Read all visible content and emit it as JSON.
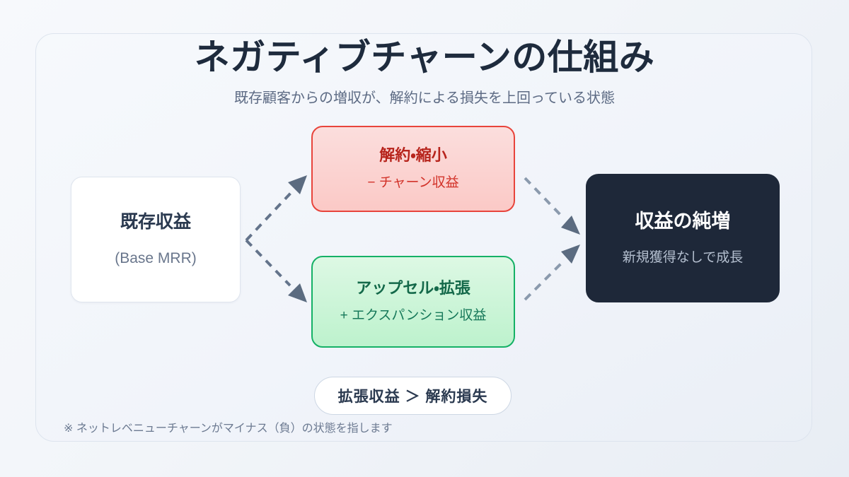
{
  "header": {
    "title": "ネガティブチャーンの仕組み",
    "subtitle": "既存顧客からの増収が、解約による損失を上回っている状態"
  },
  "diagram": {
    "nodes": [
      {
        "id": "base-revenue",
        "title": "既存収益",
        "subtitle": "(Base MRR)",
        "role": "source",
        "colors": {
          "fill": "#ffffff",
          "border": "#dfe5ee",
          "title_text": "#2b3a50",
          "subtitle_text": "#69768c"
        }
      },
      {
        "id": "churn-contraction",
        "title": "解約・縮小",
        "subtitle": "− チャーン収益",
        "role": "negative",
        "colors": {
          "fill": "#fbdedd",
          "border": "#e8443b",
          "title_text": "#b7241c",
          "subtitle_text": "#d23229"
        }
      },
      {
        "id": "upsell-expansion",
        "title": "アップセル・拡張",
        "subtitle": "+ エクスパンション収益",
        "role": "positive",
        "colors": {
          "fill": "#ddf8e4",
          "border": "#15b166",
          "title_text": "#14694a",
          "subtitle_text": "#17795a"
        }
      },
      {
        "id": "net-revenue-growth",
        "title": "収益の純増",
        "subtitle": "新規獲得なしで成長",
        "role": "result",
        "colors": {
          "fill": "#1e2839",
          "border": "#1e2839",
          "title_text": "#ffffff",
          "subtitle_text": "#b4bfcf"
        }
      }
    ],
    "edges": [
      {
        "from": "base-revenue",
        "to": "churn-contraction",
        "style": "dashed",
        "color": "#64748b"
      },
      {
        "from": "base-revenue",
        "to": "upsell-expansion",
        "style": "dashed",
        "color": "#64748b"
      },
      {
        "from": "churn-contraction",
        "to": "net-revenue-growth",
        "style": "dashed",
        "color": "#8b9aad"
      },
      {
        "from": "upsell-expansion",
        "to": "net-revenue-growth",
        "style": "dashed",
        "color": "#8b9aad"
      }
    ]
  },
  "conclusion_badge": {
    "label": "拡張収益 ＞ 解約損失"
  },
  "footnote": {
    "text": "※ ネットレベニューチャーンがマイナス（負）の状態を指します"
  }
}
